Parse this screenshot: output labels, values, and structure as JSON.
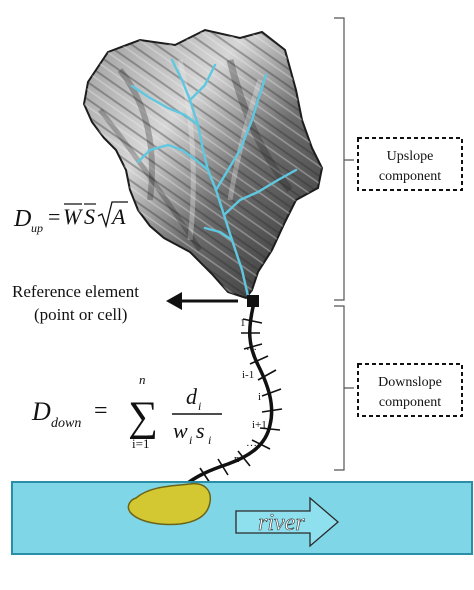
{
  "labels": {
    "upslope_line1": "Upslope",
    "upslope_line2": "component",
    "downslope_line1": "Downslope",
    "downslope_line2": "component",
    "reference_line1": "Reference element",
    "reference_line2": "(point or cell)",
    "river": "river"
  },
  "flowpath_ticks": {
    "first": "1",
    "dots_top": "…",
    "prev": "i-1",
    "current": "i",
    "next": "i+1",
    "dots_bottom": "…",
    "last": "n"
  },
  "equations": {
    "dup": {
      "D": "D",
      "sub": "up",
      "equals": "=",
      "W": "W",
      "S": "S",
      "A": "A"
    },
    "ddown": {
      "D": "D",
      "sub": "down",
      "equals": "=",
      "sum_top": "n",
      "sum_bottom": "i=1",
      "sigma": "∑",
      "num_d": "d",
      "num_i": "i",
      "den_w": "w",
      "den_i1": "i",
      "den_s": "s",
      "den_i2": "i"
    }
  },
  "colors": {
    "stream": "#5fc8e0",
    "river_fill": "#7fd6e6",
    "river_edge": "#2a8fa6",
    "lake": "#d4c832",
    "terrain_dark": "#3a3a3a",
    "terrain_light": "#d8d8d8"
  }
}
